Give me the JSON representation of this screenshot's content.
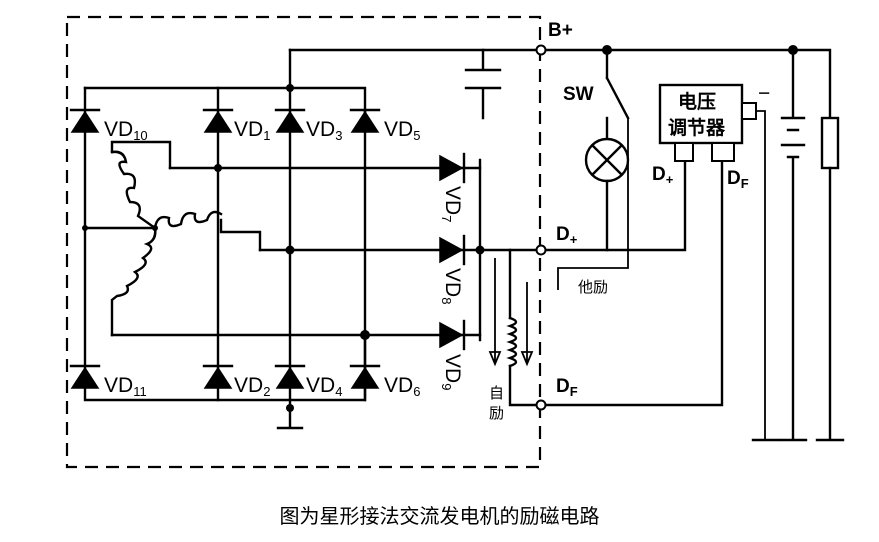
{
  "labels": {
    "vd10": {
      "main": "VD",
      "sub": "10"
    },
    "vd1": {
      "main": "VD",
      "sub": "1"
    },
    "vd3": {
      "main": "VD",
      "sub": "3"
    },
    "vd5": {
      "main": "VD",
      "sub": "5"
    },
    "vd11": {
      "main": "VD",
      "sub": "11"
    },
    "vd2": {
      "main": "VD",
      "sub": "2"
    },
    "vd4": {
      "main": "VD",
      "sub": "4"
    },
    "vd6": {
      "main": "VD",
      "sub": "6"
    },
    "vd7": {
      "main": "VD",
      "sub": "7"
    },
    "vd8": {
      "main": "VD",
      "sub": "8"
    },
    "vd9": {
      "main": "VD",
      "sub": "9"
    },
    "b_plus": "B+",
    "sw": "SW",
    "d_plus": {
      "main": "D",
      "sub": "+"
    },
    "d_f": {
      "main": "D",
      "sub": "F"
    },
    "reg_d_plus": {
      "main": "D",
      "sub": "+"
    },
    "reg_d_f": {
      "main": "D",
      "sub": "F"
    },
    "regulator_line1": "电压",
    "regulator_line2": "调节器",
    "ext_excitation": "他励",
    "self_excitation_1": "自",
    "self_excitation_2": "励",
    "minus": "−"
  },
  "caption": "图为星形接法交流发电机的励磁电路"
}
